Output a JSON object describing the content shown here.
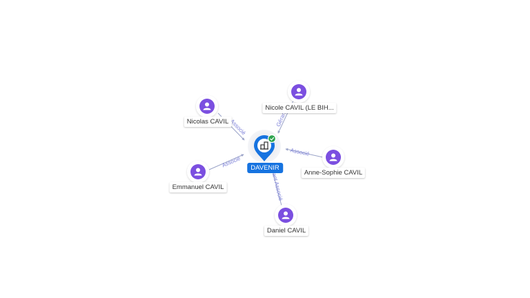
{
  "colors": {
    "accent": "#1673e0",
    "person": "#7b4fe0",
    "edge": "#9aa3c8",
    "edge_label": "#7b7fd8",
    "status": "#2ea44f"
  },
  "center": {
    "name": "DAVENIR",
    "icon": "building-icon",
    "status_icon": "check-icon"
  },
  "people": [
    {
      "name": "Nicolas CAVIL",
      "role": "Associé",
      "icon": "person-icon"
    },
    {
      "name": "Nicole CAVIL (LE BIH...",
      "role": "Gérant",
      "icon": "person-icon"
    },
    {
      "name": "Anne-Sophie CAVIL",
      "role": "Associé",
      "icon": "person-icon"
    },
    {
      "name": "Emmanuel CAVIL",
      "role": "Associé",
      "icon": "person-icon"
    },
    {
      "name": "Daniel CAVIL",
      "role": "Gérant Associé",
      "icon": "person-icon"
    }
  ]
}
